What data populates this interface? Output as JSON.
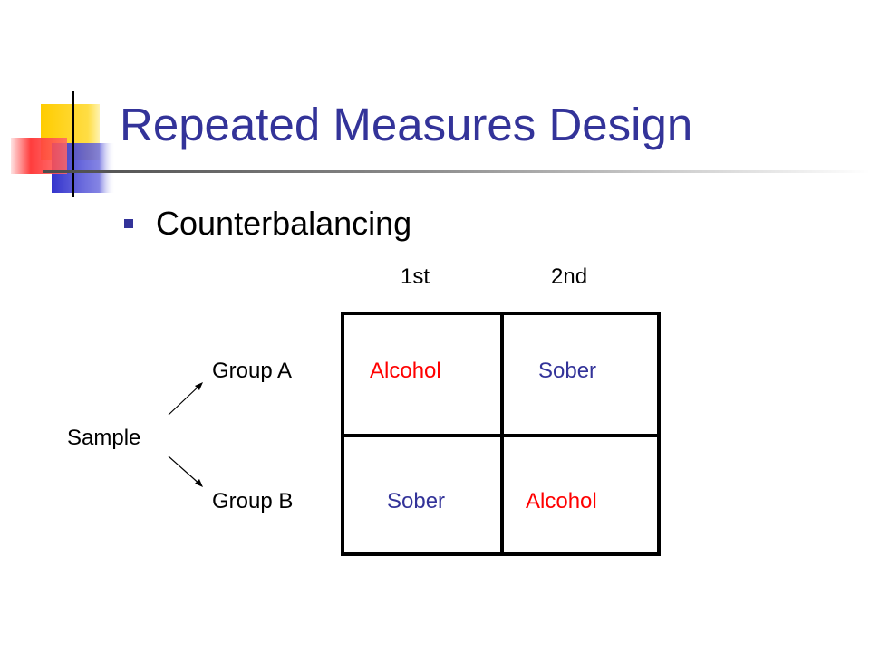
{
  "title": "Repeated Measures Design",
  "bullet": "Counterbalancing",
  "diagram": {
    "columns": [
      "1st",
      "2nd"
    ],
    "sample_label": "Sample",
    "rows": [
      {
        "group": "Group A",
        "cells": [
          "Alcohol",
          "Sober"
        ]
      },
      {
        "group": "Group B",
        "cells": [
          "Sober",
          "Alcohol"
        ]
      }
    ]
  },
  "colors": {
    "title": "#333399",
    "alcohol": "#ff0000",
    "sober": "#333399",
    "deco_yellow": "#ffcc00",
    "deco_blue": "#3333cc",
    "deco_red": "#ff3333"
  }
}
